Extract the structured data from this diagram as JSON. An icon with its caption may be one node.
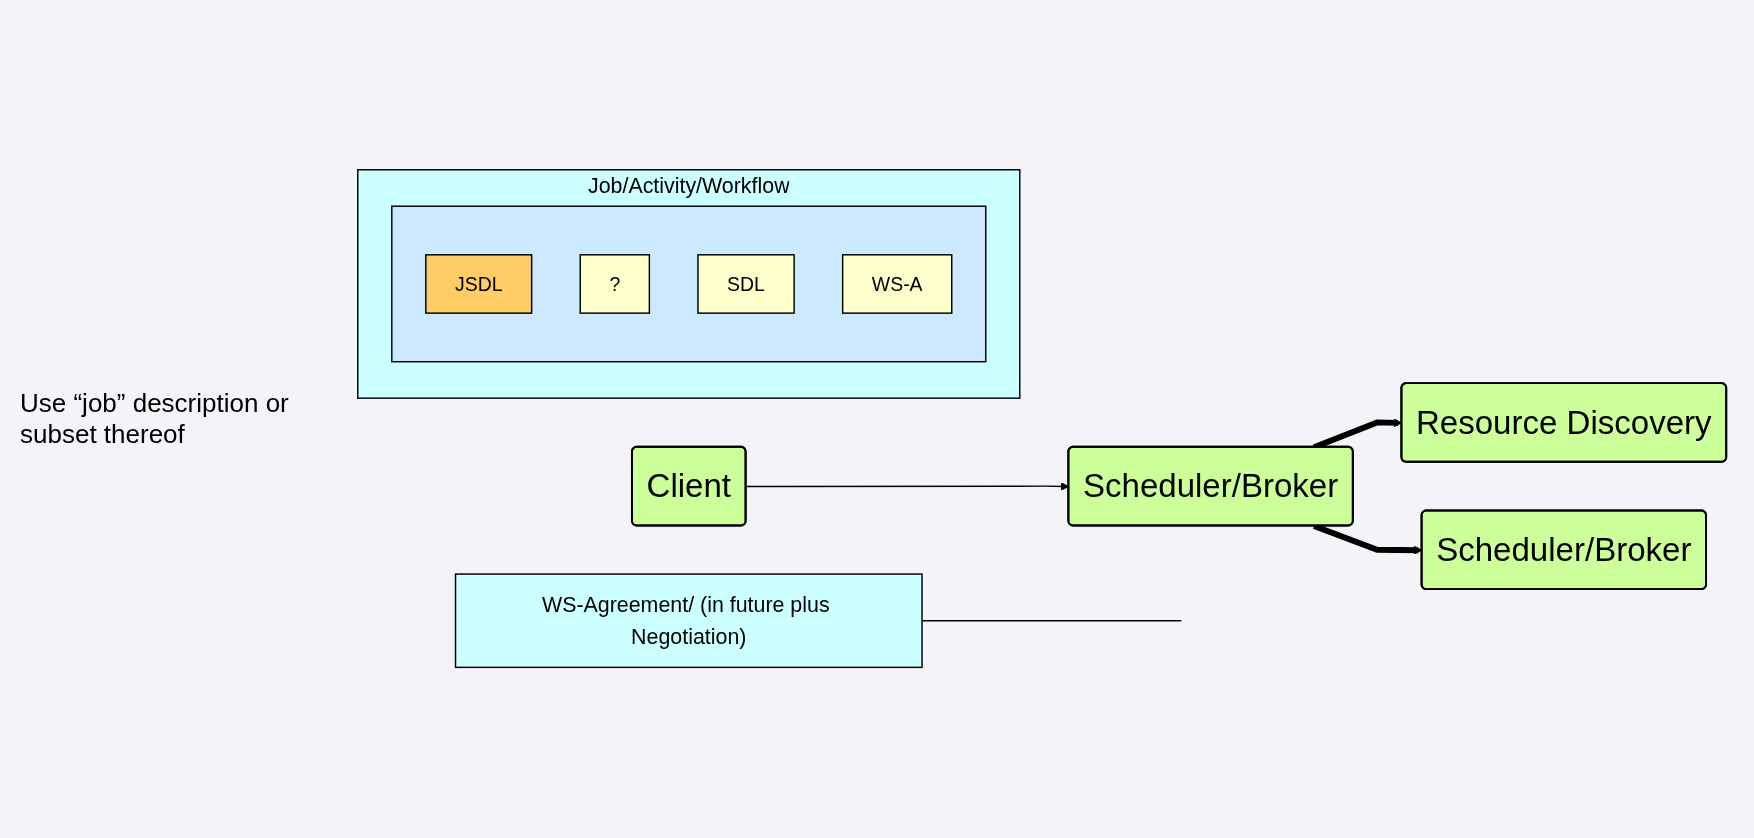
{
  "diagram": {
    "nodes": [
      {
        "text": [
          "Client"
        ]
      },
      {
        "text": [
          "Scheduler/Broker"
        ]
      },
      {
        "text": [
          "Resource Discovery"
        ]
      },
      {
        "text": [
          "WS-Agreement/ (in future plus Negotiation)"
        ]
      },
      {
        "text": [
          "Scheduler/Broker"
        ]
      },
      {
        "text": [
          "Job/Activity/Workflow"
        ]
      },
      {
        "text": [],
        "shape": "box",
        "in": 5
      },
      {
        "text": [
          "JSDL"
        ],
        "in": 6
      },
      {
        "text": [
          "?"
        ],
        "in": 6
      },
      {
        "text": [
          "SDL"
        ],
        "in": 6
      },
      {
        "text": [
          "WS-A"
        ],
        "in": 6
      }
    ],
    "edges": [
      {
        "from": 0,
        "to": 1,
        "arrow": "to"
      },
      {
        "from": 1,
        "to": 2,
        "arrow": "to",
        "style": "thick"
      },
      {
        "from": 1,
        "to": 4,
        "arrow": "to",
        "style": "thick"
      },
      {
        "from": 3,
        "to": null,
        "arrow": "none"
      }
    ],
    "labels": [
      "Use “job” description or subset thereof"
    ]
  }
}
